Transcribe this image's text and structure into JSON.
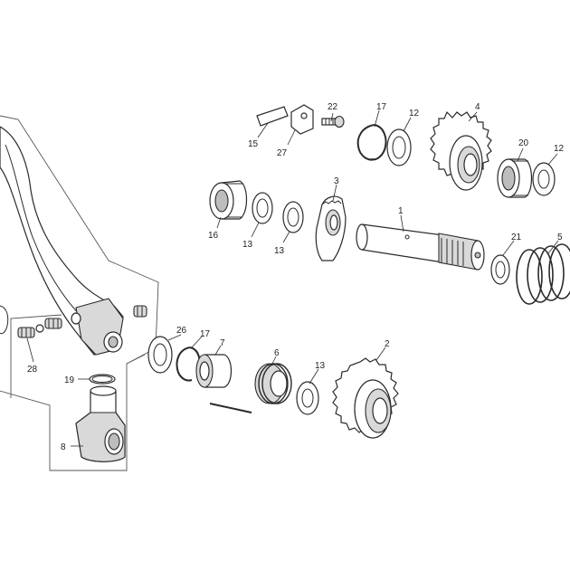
{
  "callouts": {
    "c1": "1",
    "c2": "2",
    "c3": "3",
    "c4": "4",
    "c5": "5",
    "c6": "6",
    "c7": "7",
    "c8": "8",
    "c12a": "12",
    "c12b": "12",
    "c13a": "13",
    "c13b": "13",
    "c13c": "13",
    "c15": "15",
    "c16": "16",
    "c17a": "17",
    "c17b": "17",
    "c19": "19",
    "c20": "20",
    "c21": "21",
    "c22": "22",
    "c26": "26",
    "c27": "27",
    "c28": "28"
  }
}
